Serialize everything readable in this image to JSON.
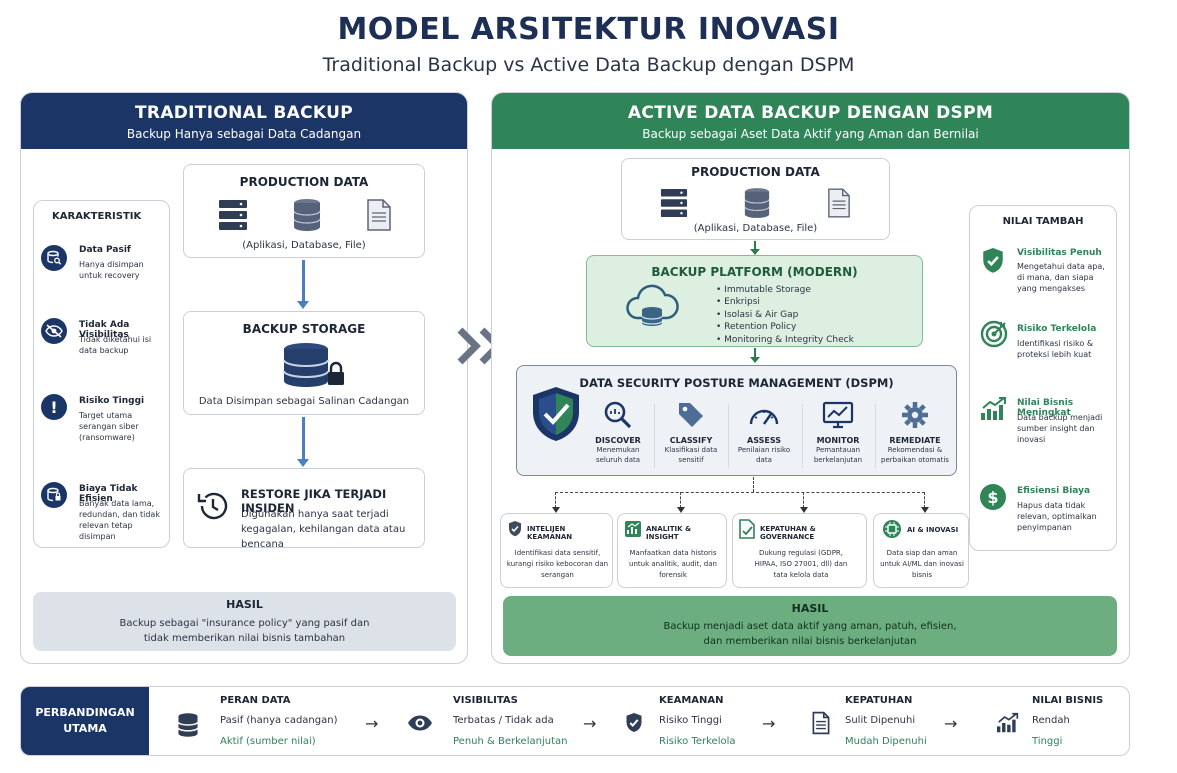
{
  "title": "MODEL ARSITEKTUR INOVASI",
  "subtitle": "Traditional Backup vs Active Data Backup dengan DSPM",
  "colors": {
    "navy": "#1c3567",
    "green": "#2f8458",
    "light_green": "#dcefe0",
    "light_gray": "#dde1e8"
  },
  "left": {
    "header": "TRADITIONAL BACKUP",
    "subheader": "Backup Hanya sebagai Data Cadangan",
    "karakteristik": {
      "title": "KARAKTERISTIK",
      "items": [
        {
          "icon": "database-search-icon",
          "title": "Data Pasif",
          "desc": "Hanya disimpan untuk recovery"
        },
        {
          "icon": "eye-slash-icon",
          "title": "Tidak Ada Visibilitas",
          "desc": "Tidak diketahui isi data backup"
        },
        {
          "icon": "exclamation-icon",
          "title": "Risiko Tinggi",
          "desc": "Target utama serangan siber (ransomware)"
        },
        {
          "icon": "database-lock-icon",
          "title": "Biaya Tidak Efisien",
          "desc": "Banyak data lama, redundan, dan tidak relevan tetap disimpan"
        }
      ]
    },
    "production": {
      "title": "PRODUCTION DATA",
      "caption": "(Aplikasi, Database, File)"
    },
    "storage": {
      "title": "BACKUP STORAGE",
      "caption": "Data Disimpan sebagai Salinan Cadangan"
    },
    "restore": {
      "title": "RESTORE JIKA TERJADI INSIDEN",
      "caption": "Digunakan hanya saat terjadi kegagalan, kehilangan data atau bencana"
    },
    "hasil": {
      "title": "HASIL",
      "text": "Backup sebagai \"insurance policy\" yang pasif dan tidak memberikan nilai bisnis tambahan"
    }
  },
  "right": {
    "header": "ACTIVE DATA BACKUP DENGAN DSPM",
    "subheader": "Backup sebagai Aset Data Aktif yang Aman dan Bernilai",
    "production": {
      "title": "PRODUCTION DATA",
      "caption": "(Aplikasi, Database, File)"
    },
    "platform": {
      "title": "BACKUP PLATFORM (MODERN)",
      "bullets": [
        "Immutable Storage",
        "Enkripsi",
        "Isolasi & Air Gap",
        "Retention Policy",
        "Monitoring & Integrity Check"
      ]
    },
    "dspm": {
      "title": "DATA SECURITY POSTURE MANAGEMENT (DSPM)",
      "steps": [
        {
          "icon": "magnifier-icon",
          "title": "DISCOVER",
          "desc": "Menemukan seluruh data"
        },
        {
          "icon": "tag-icon",
          "title": "CLASSIFY",
          "desc": "Klasifikasi data sensitif"
        },
        {
          "icon": "gauge-icon",
          "title": "ASSESS",
          "desc": "Penilaian risiko data"
        },
        {
          "icon": "monitor-icon",
          "title": "MONITOR",
          "desc": "Pemantauan berkelanjutan"
        },
        {
          "icon": "gear-icon",
          "title": "REMEDIATE",
          "desc": "Rekomendasi & perbaikan otomatis"
        }
      ]
    },
    "outcomes": [
      {
        "icon": "shield-check-icon",
        "title": "INTELIJEN KEAMANAN",
        "desc": "Identifikasi data sensitif, kurangi risiko kebocoran dan serangan"
      },
      {
        "icon": "bar-chart-icon",
        "title": "ANALITIK & INSIGHT",
        "desc": "Manfaatkan data historis untuk analitik, audit, dan forensik"
      },
      {
        "icon": "document-check-icon",
        "title": "KEPATUHAN & GOVERNANCE",
        "desc": "Dukung regulasi (GDPR, HIPAA, ISO 27001, dll) dan tata kelola data"
      },
      {
        "icon": "ai-chip-icon",
        "title": "AI & INOVASI",
        "desc": "Data siap dan aman untuk AI/ML dan inovasi bisnis"
      }
    ],
    "hasil": {
      "title": "HASIL",
      "text": "Backup menjadi aset data aktif yang aman, patuh, efisien, dan memberikan nilai bisnis berkelanjutan"
    },
    "nilai_tambah": {
      "title": "NILAI TAMBAH",
      "items": [
        {
          "icon": "shield-check-icon",
          "title": "Visibilitas Penuh",
          "desc": "Mengetahui data apa, di mana, dan siapa yang mengakses"
        },
        {
          "icon": "target-icon",
          "title": "Risiko Terkelola",
          "desc": "Identifikasi risiko & proteksi lebih kuat"
        },
        {
          "icon": "growth-chart-icon",
          "title": "Nilai Bisnis Meningkat",
          "desc": "Data backup menjadi sumber insight dan inovasi"
        },
        {
          "icon": "dollar-icon",
          "title": "Efisiensi Biaya",
          "desc": "Hapus data tidak relevan, optimalkan penyimpanan"
        }
      ]
    }
  },
  "comparison": {
    "label": "PERBANDINGAN UTAMA",
    "items": [
      {
        "icon": "database-icon",
        "title": "PERAN DATA",
        "old": "Pasif (hanya cadangan)",
        "new": "Aktif (sumber nilai)"
      },
      {
        "icon": "eye-icon",
        "title": "VISIBILITAS",
        "old": "Terbatas / Tidak ada",
        "new": "Penuh & Berkelanjutan"
      },
      {
        "icon": "shield-check-icon",
        "title": "KEAMANAN",
        "old": "Risiko Tinggi",
        "new": "Risiko Terkelola"
      },
      {
        "icon": "document-icon",
        "title": "KEPATUHAN",
        "old": "Sulit Dipenuhi",
        "new": "Mudah Dipenuhi"
      },
      {
        "icon": "growth-chart-icon",
        "title": "NILAI BISNIS",
        "old": "Rendah",
        "new": "Tinggi"
      }
    ]
  }
}
